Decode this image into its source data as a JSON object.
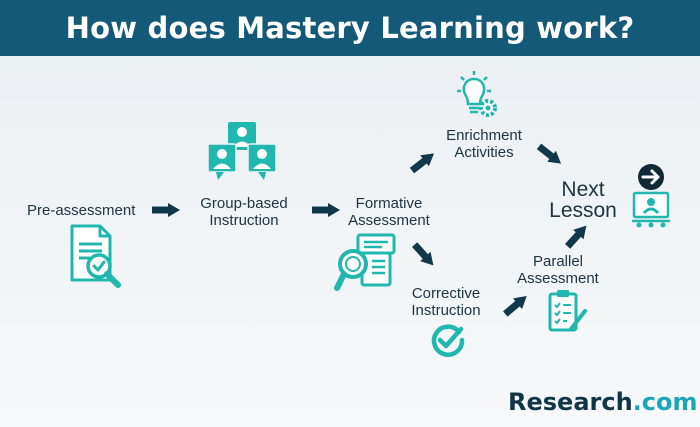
{
  "title": "How does Mastery Learning work?",
  "steps": {
    "pre_assessment": "Pre-assessment",
    "group_instruction": [
      "Group-based",
      "Instruction"
    ],
    "formative_assessment": [
      "Formative",
      "Assessment"
    ],
    "enrichment_activities": [
      "Enrichment",
      "Activities"
    ],
    "corrective_instruction": [
      "Corrective",
      "Instruction"
    ],
    "parallel_assessment": [
      "Parallel",
      "Assessment"
    ],
    "next_lesson": [
      "Next",
      "Lesson"
    ]
  },
  "brand": {
    "name": "Research",
    "suffix": ".com"
  },
  "colors": {
    "header": "#145a78",
    "icon": "#1fb7ae",
    "arrow": "#10384a",
    "text": "#1d3440"
  },
  "icons": [
    "document-magnifier-icon",
    "group-people-icon",
    "magnifier-document-icon",
    "lightbulb-gear-icon",
    "check-circle-icon",
    "clipboard-checklist-icon",
    "presentation-arrow-icon"
  ]
}
